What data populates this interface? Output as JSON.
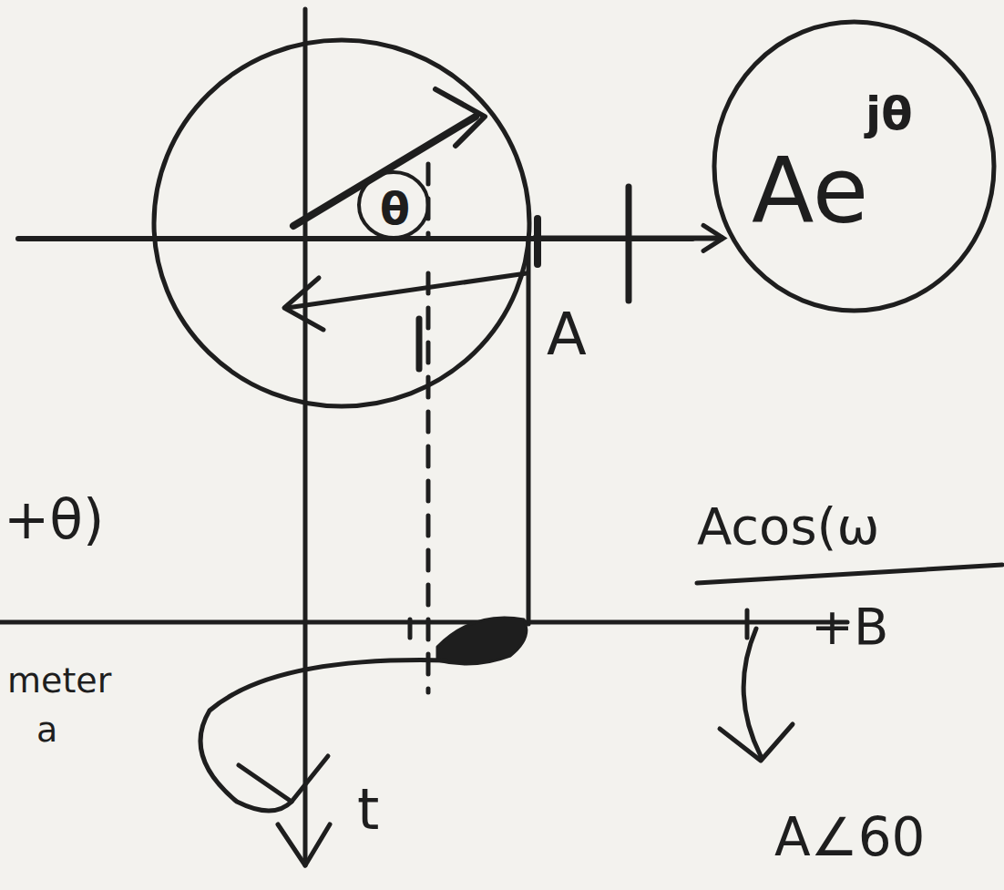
{
  "diagram": {
    "nodes": [
      {
        "text": [
          "θ"
        ]
      },
      {
        "text": [
          "Ae",
          "jθ"
        ]
      }
    ],
    "edges": [
      {
        "from": 0,
        "to": 1,
        "arrow": "to"
      }
    ],
    "labels": [
      "A",
      "+θ)",
      "Acos(ω",
      "+B",
      "A∠60",
      "t",
      "meter",
      "a"
    ]
  }
}
